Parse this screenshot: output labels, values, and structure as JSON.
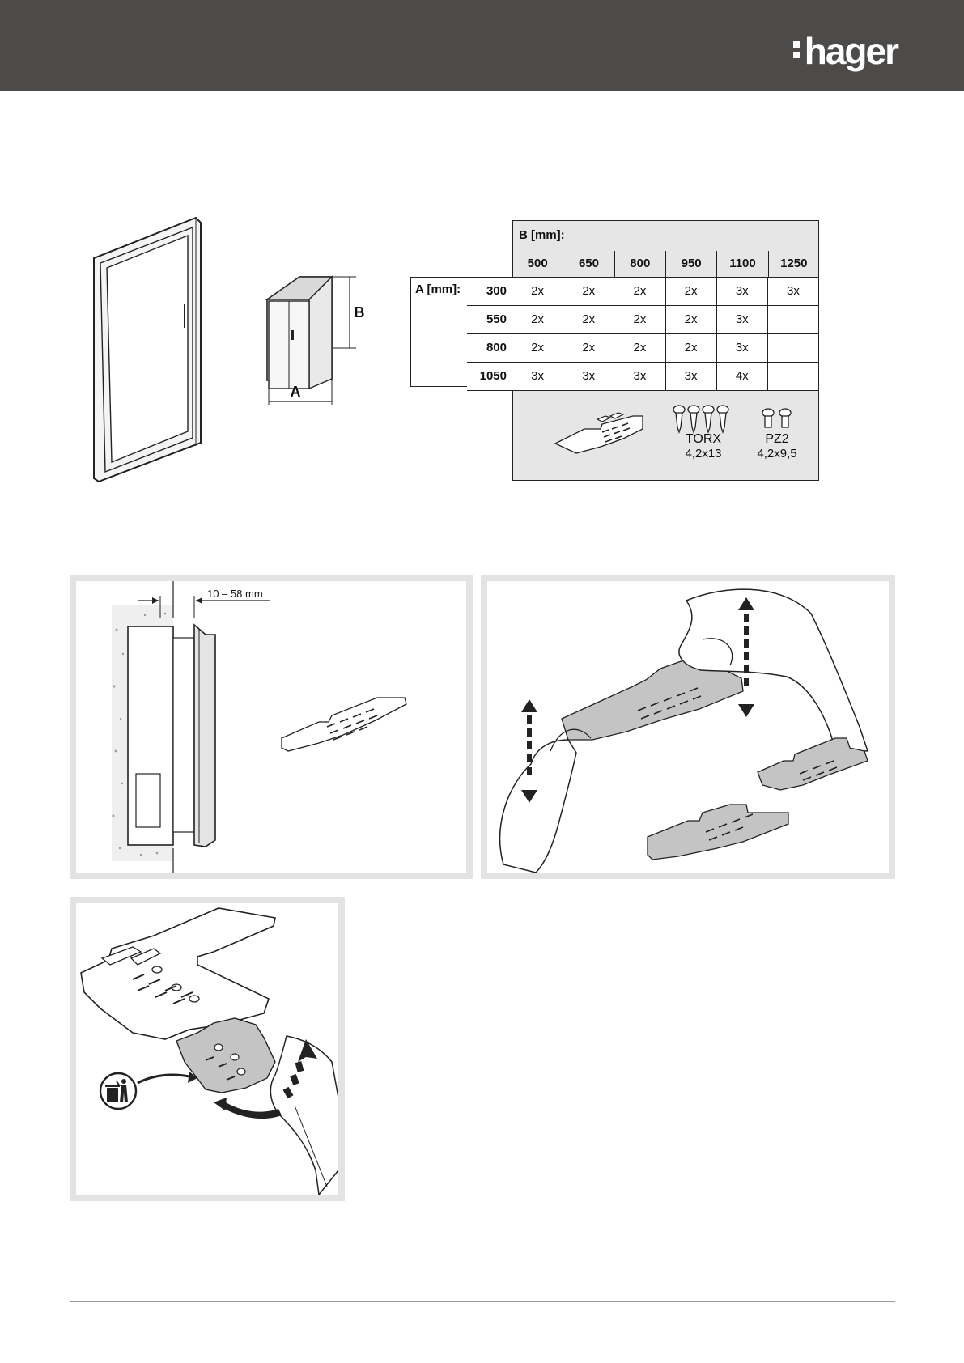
{
  "brand": {
    "name": "hager"
  },
  "table": {
    "b_header": "B [mm]:",
    "a_header": "A [mm]:",
    "b_values": [
      "500",
      "650",
      "800",
      "950",
      "1100",
      "1250"
    ],
    "rows": [
      {
        "a": "300",
        "cells": [
          "2x",
          "2x",
          "2x",
          "2x",
          "3x",
          "3x"
        ]
      },
      {
        "a": "550",
        "cells": [
          "2x",
          "2x",
          "2x",
          "2x",
          "3x",
          ""
        ]
      },
      {
        "a": "800",
        "cells": [
          "2x",
          "2x",
          "2x",
          "2x",
          "3x",
          ""
        ]
      },
      {
        "a": "1050",
        "cells": [
          "3x",
          "3x",
          "3x",
          "3x",
          "4x",
          ""
        ]
      }
    ],
    "screws": [
      {
        "name": "TORX",
        "size": "4,2x13"
      },
      {
        "name": "PZ2",
        "size": "4,2x9,5"
      }
    ]
  },
  "cabinet_dims": {
    "a_label": "A",
    "b_label": "B"
  },
  "step1": {
    "dimension": "10 – 58 mm"
  },
  "colors": {
    "header": "#4d4b4a",
    "panel_border": "#e3e3e3",
    "table_bg": "#e6e6e6",
    "part_fill": "#bdbdbd"
  }
}
